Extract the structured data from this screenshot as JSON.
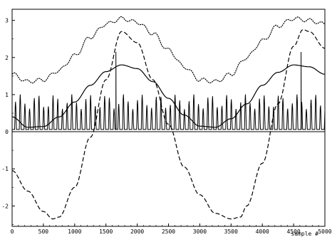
{
  "chart_data": {
    "type": "line",
    "xlabel": "sample #",
    "ylabel": "",
    "xlim": [
      0,
      5000
    ],
    "ylim": [
      -2.55,
      3.3
    ],
    "x_ticks": [
      0,
      500,
      1000,
      1500,
      2000,
      2500,
      3000,
      3500,
      4000,
      4500,
      5000
    ],
    "y_ticks": [
      -2,
      -1,
      0,
      1,
      2,
      3
    ],
    "zero_line": true,
    "grid": false,
    "legend": "none",
    "color": "#000000",
    "series": [
      {
        "style": "dotted-wavy",
        "x": [
          0,
          250,
          500,
          750,
          1000,
          1250,
          1500,
          1750,
          2000,
          2250,
          2500,
          2750,
          3000,
          3250,
          3500,
          3750,
          4000,
          4250,
          4500,
          4750,
          5000
        ],
        "y": [
          1.55,
          1.35,
          1.4,
          1.65,
          2.05,
          2.55,
          2.9,
          3.05,
          2.95,
          2.65,
          2.2,
          1.75,
          1.4,
          1.35,
          1.55,
          2.0,
          2.45,
          2.85,
          3.05,
          3.0,
          2.9
        ]
      },
      {
        "style": "dashed",
        "x": [
          0,
          250,
          500,
          650,
          750,
          1000,
          1250,
          1500,
          1750,
          2000,
          2250,
          2500,
          2750,
          3000,
          3250,
          3500,
          3650,
          3750,
          4000,
          4250,
          4500,
          4650,
          4750,
          5000
        ],
        "y": [
          -1.05,
          -1.6,
          -2.15,
          -2.35,
          -2.3,
          -1.5,
          -0.15,
          1.4,
          2.7,
          2.4,
          1.4,
          0.2,
          -0.95,
          -1.7,
          -2.2,
          -2.35,
          -2.3,
          -2.0,
          -0.85,
          0.75,
          2.3,
          2.75,
          2.7,
          2.25
        ]
      },
      {
        "style": "solid",
        "x": [
          0,
          250,
          500,
          750,
          1000,
          1250,
          1500,
          1750,
          2000,
          2250,
          2500,
          2750,
          3000,
          3250,
          3500,
          3750,
          4000,
          4250,
          4500,
          4750,
          5000
        ],
        "y": [
          0.4,
          0.12,
          0.14,
          0.4,
          0.8,
          1.25,
          1.62,
          1.8,
          1.7,
          1.35,
          0.9,
          0.45,
          0.15,
          0.12,
          0.35,
          0.75,
          1.25,
          1.6,
          1.8,
          1.75,
          1.55
        ]
      },
      {
        "style": "solid-spiky",
        "spike_interval": 75,
        "baseline": 0.06,
        "peak_min": 0.55,
        "peak_max": 0.95,
        "outliers": [
          {
            "x": 1660,
            "y": 2.15
          },
          {
            "x": 4620,
            "y": 2.15
          }
        ]
      }
    ]
  }
}
